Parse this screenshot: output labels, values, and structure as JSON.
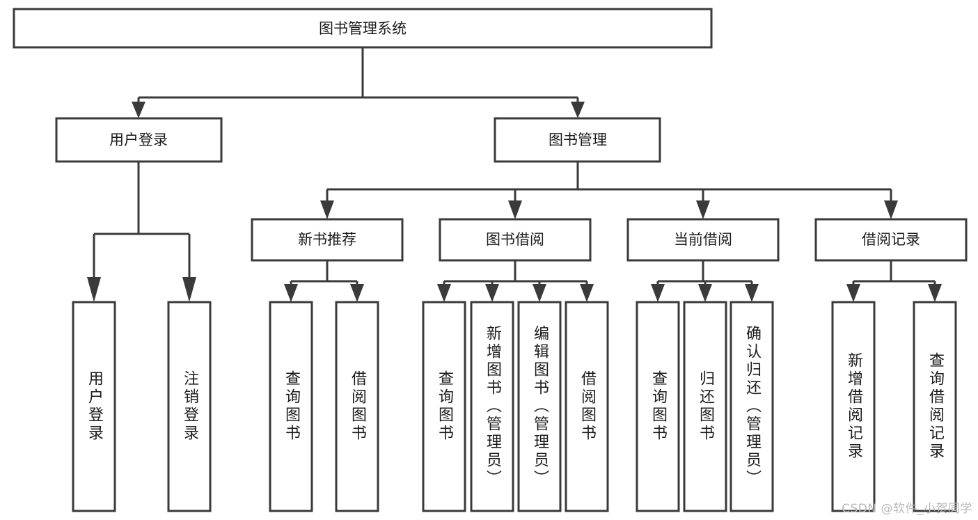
{
  "diagram": {
    "title": "图书管理系统",
    "type": "tree",
    "orientation": "top-down",
    "colors": {
      "node_stroke": "#3a3a3a",
      "node_fill": "#ffffff",
      "edge": "#3a3a3a",
      "text": "#1b1b1b",
      "background": "#ffffff",
      "watermark": "#b9b9b9"
    },
    "root": {
      "id": "root",
      "label": "图书管理系统"
    },
    "level2": [
      {
        "id": "user-login",
        "label": "用户登录"
      },
      {
        "id": "book-management",
        "label": "图书管理"
      }
    ],
    "level3": [
      {
        "id": "new-book-recommend",
        "label": "新书推荐",
        "parent": "book-management"
      },
      {
        "id": "book-borrow",
        "label": "图书借阅",
        "parent": "book-management"
      },
      {
        "id": "current-borrow",
        "label": "当前借阅",
        "parent": "book-management"
      },
      {
        "id": "borrow-record",
        "label": "借阅记录",
        "parent": "book-management"
      }
    ],
    "leaves": [
      {
        "id": "leaf-user-login",
        "label": "用户登录",
        "parent": "user-login"
      },
      {
        "id": "leaf-user-logout",
        "label": "注销登录",
        "parent": "user-login"
      },
      {
        "id": "leaf-query-book-1",
        "label": "查询图书",
        "parent": "new-book-recommend"
      },
      {
        "id": "leaf-borrow-book-1",
        "label": "借阅图书",
        "parent": "new-book-recommend"
      },
      {
        "id": "leaf-query-book-2",
        "label": "查询图书",
        "parent": "book-borrow"
      },
      {
        "id": "leaf-add-book",
        "label": "新增图书（管理员）",
        "parent": "book-borrow"
      },
      {
        "id": "leaf-edit-book",
        "label": "编辑图书（管理员）",
        "parent": "book-borrow"
      },
      {
        "id": "leaf-borrow-book-2",
        "label": "借阅图书",
        "parent": "book-borrow"
      },
      {
        "id": "leaf-query-book-3",
        "label": "查询图书",
        "parent": "current-borrow"
      },
      {
        "id": "leaf-return-book",
        "label": "归还图书",
        "parent": "current-borrow"
      },
      {
        "id": "leaf-confirm-return",
        "label": "确认归还（管理员）",
        "parent": "current-borrow"
      },
      {
        "id": "leaf-add-record",
        "label": "新增借阅记录",
        "parent": "borrow-record"
      },
      {
        "id": "leaf-query-record",
        "label": "查询借阅记录",
        "parent": "borrow-record"
      }
    ]
  },
  "watermark": {
    "text": "CSDN @软件_小贺同学"
  }
}
